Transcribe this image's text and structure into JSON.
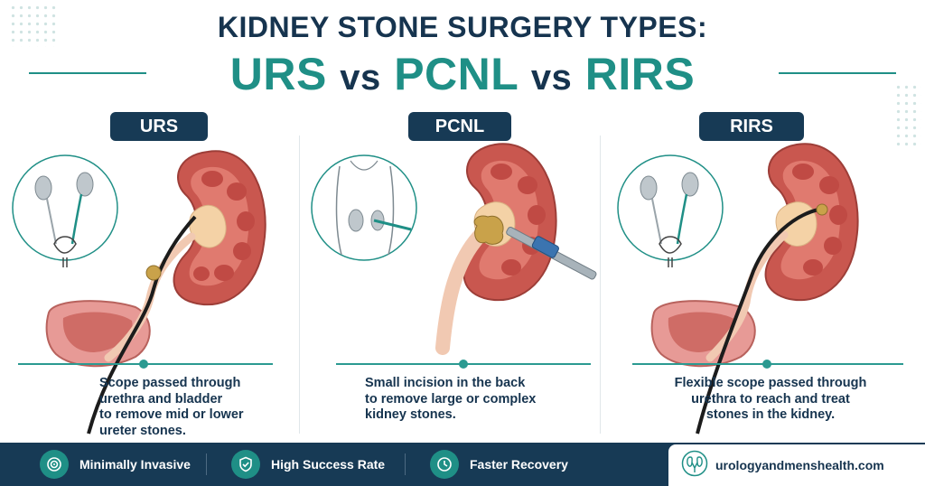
{
  "header": {
    "title_line1": "KIDNEY STONE SURGERY TYPES:",
    "title_urs": "URS",
    "title_vs1": "vs",
    "title_pcnl": "PCNL",
    "title_vs2": "vs",
    "title_rirs": "RIRS"
  },
  "panels": [
    {
      "badge": "URS",
      "description": [
        "Scope passed through",
        "urethra and bladder",
        "to remove mid or lower",
        "ureter stones."
      ]
    },
    {
      "badge": "PCNL",
      "description": [
        "Small incision in the back",
        "to remove large or complex",
        "kidney stones."
      ]
    },
    {
      "badge": "RIRS",
      "description": [
        "Flexible scope passed through",
        "urethra to reach and treat",
        "stones in the kidney."
      ]
    }
  ],
  "footer": {
    "features": [
      {
        "label": "Minimally Invasive",
        "icon": "target-icon"
      },
      {
        "label": "High Success Rate",
        "icon": "shield-check-icon"
      },
      {
        "label": "Faster Recovery",
        "icon": "clock-icon"
      }
    ],
    "brand": "urologyandmenshealth.com"
  },
  "colors": {
    "navy": "#173a55",
    "teal": "#1f8f86",
    "kidney": "#c9574f",
    "stone": "#c9a24a"
  }
}
